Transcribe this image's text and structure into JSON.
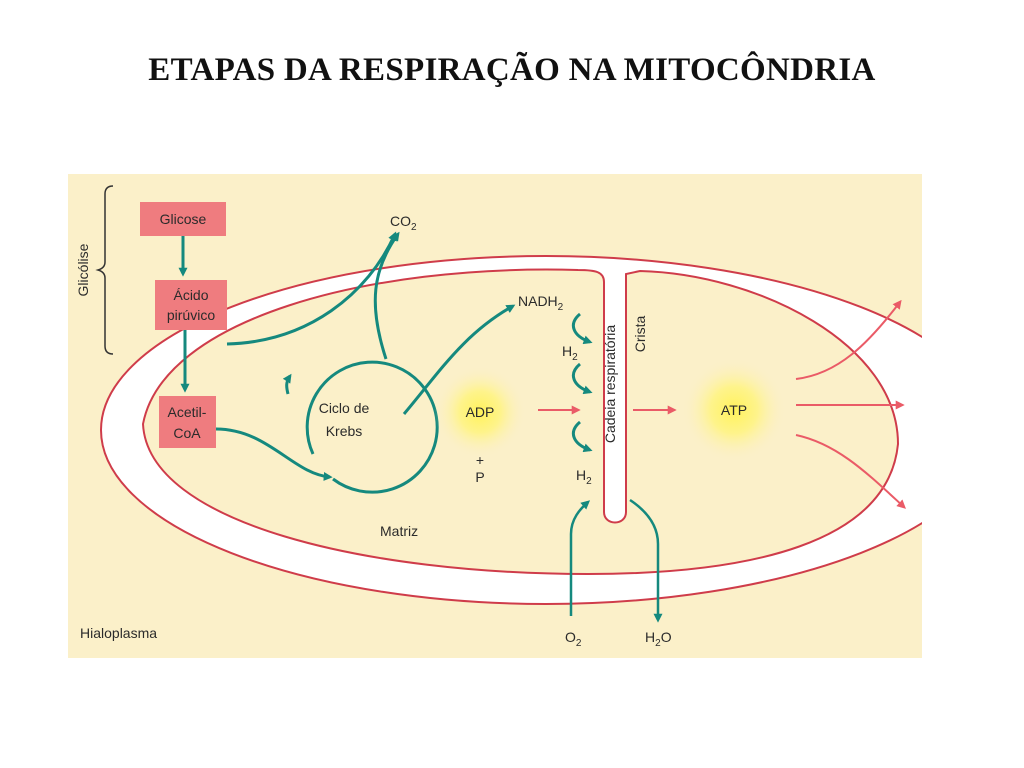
{
  "slide": {
    "title": "ETAPAS DA RESPIRAÇÃO NA MITOCÔNDRIA"
  },
  "diagram": {
    "colors": {
      "background": "#fbf0c9",
      "membrane": "#cf3c4a",
      "arrow_teal": "#15897e",
      "arrow_pink": "#ea5b67",
      "box_fill": "#ef7c7f",
      "glow": "#fff36a"
    },
    "glicolise_label": "Glicólise",
    "boxes": {
      "glicose": "Glicose",
      "acido_line1": "Ácido",
      "acido_line2": "pirúvico",
      "acetil_line1": "Acetil-",
      "acetil_line2": "CoA"
    },
    "co2": {
      "base": "CO",
      "sub": "2"
    },
    "krebs_line1": "Ciclo de",
    "krebs_line2": "Krebs",
    "nadh2": {
      "base": "NADH",
      "sub": "2"
    },
    "h2_top": {
      "base": "H",
      "sub": "2"
    },
    "h2_bottom": {
      "base": "H",
      "sub": "2"
    },
    "cadeia_respiratoria": "Cadeia   respiratória",
    "crista": "Crista",
    "adp": "ADP",
    "plus": "+",
    "p": "P",
    "atp": "ATP",
    "matriz": "Matriz",
    "hialoplasma": "Hialoplasma",
    "o2": {
      "base": "O",
      "sub": "2"
    },
    "h2o": {
      "base": "H",
      "sub": "2",
      "tail": "O"
    }
  }
}
